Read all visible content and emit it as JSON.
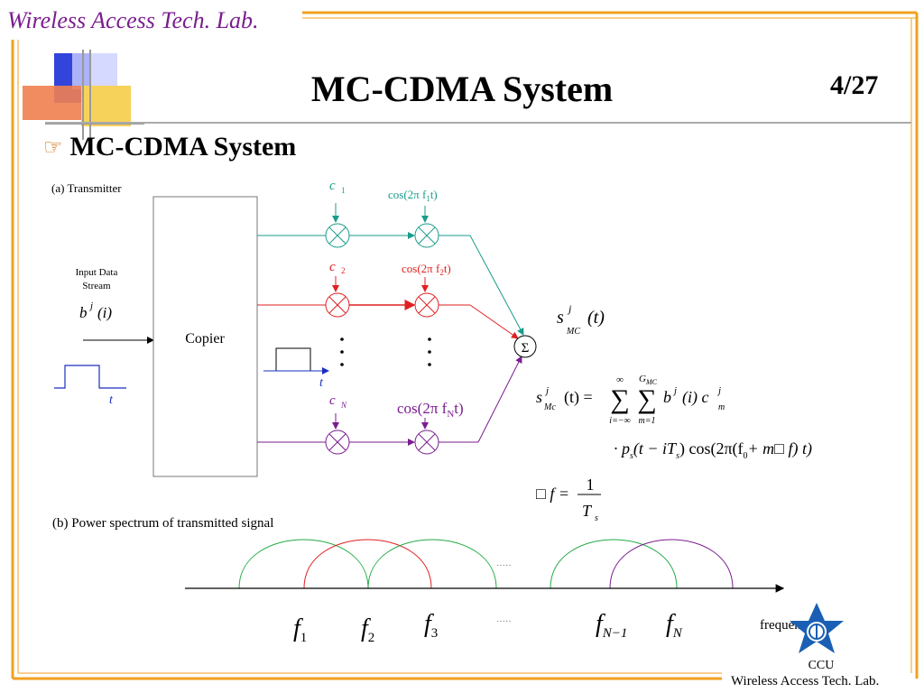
{
  "header": {
    "brand": "Wireless Access Tech. Lab."
  },
  "slide": {
    "title": "MC-CDMA System",
    "page": "4/27",
    "bullet": "MC-CDMA System"
  },
  "transmitter": {
    "section_label": "(a) Transmitter",
    "input_label_line1": "Input Data",
    "input_label_line2": "Stream",
    "input_symbol": "b",
    "input_sup": "j",
    "input_arg": "(i)",
    "copier": "Copier",
    "time_axis": "t",
    "codes": [
      {
        "c": "c",
        "sub": "1",
        "carrier": "cos(2π f",
        "carrier_sub": "1",
        "carrier_end": "t)",
        "color": "#1a9c8c"
      },
      {
        "c": "c",
        "sub": "2",
        "carrier": "cos(2π f",
        "carrier_sub": "2",
        "carrier_end": "t)",
        "color": "#e02020"
      },
      {
        "c": "c",
        "sub": "N",
        "carrier": "cos(2π f",
        "carrier_sub": "N",
        "carrier_end": "t)",
        "color": "#7a1d8f"
      }
    ],
    "sum_symbol": "Σ",
    "output_symbol": "s",
    "output_sup": "j",
    "output_sub": "MC",
    "output_arg": "(t)"
  },
  "equations": {
    "eq1_lhs": "s",
    "eq1_sup": "j",
    "eq1_sub": "Mc",
    "eq1_arg": "(t) =",
    "sum1_top": "∞",
    "sum1_bottom": "i=−∞",
    "sum2_top": "G",
    "sum2_top_sub": "MC",
    "sum2_bottom": "m=1",
    "eq1_rhs": "b",
    "eq1_rhs_sup": "j",
    "eq1_rhs_arg": "(i) c",
    "eq1_rhs_sub": "m",
    "eq1_rhs_sup2": "j",
    "eq2": "· p",
    "eq2_sub": "s",
    "eq2_mid": "(t − iT",
    "eq2_mid_sub": "s",
    "eq2_cos": ") cos(2π(f",
    "eq2_f0_sub": "0",
    "eq2_end": "+ m□ f) t)",
    "eq3_lhs": "□ f =",
    "eq3_num": "1",
    "eq3_den": "T",
    "eq3_den_sub": "s"
  },
  "spectrum": {
    "section_label": "(b) Power spectrum of transmitted signal",
    "axis_label": "frequency",
    "freq_labels": [
      {
        "base": "f",
        "sub": "1"
      },
      {
        "base": "f",
        "sub": "2"
      },
      {
        "base": "f",
        "sub": "3"
      },
      {
        "base": "f",
        "sub": "N−1"
      },
      {
        "base": "f",
        "sub": "N"
      }
    ],
    "ellipsis": "·····"
  },
  "footer": {
    "org": "CCU",
    "lab": "Wireless Access Tech. Lab."
  },
  "colors": {
    "teal": "#1a9c8c",
    "red": "#e02020",
    "purple": "#7a1d8f",
    "blue": "#1a2fbf",
    "green": "#22aa44",
    "border": "#f2a020"
  }
}
